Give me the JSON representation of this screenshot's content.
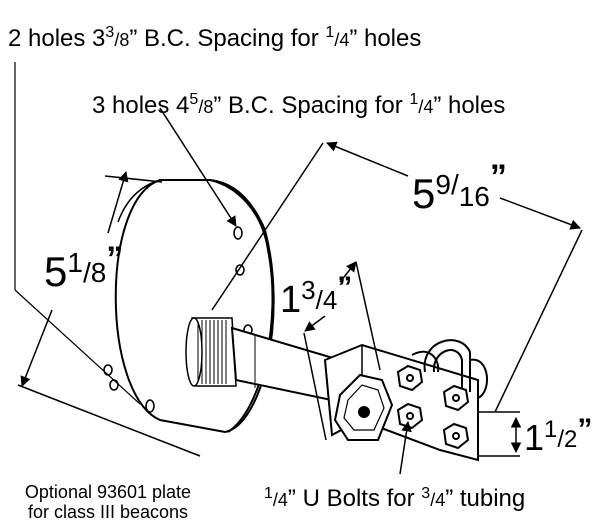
{
  "callouts": {
    "two_holes": {
      "prefix": "2 holes 3",
      "sup1": "3",
      "sub1": "/8",
      "mid": "” B.C. Spacing for ",
      "sup2": "1",
      "sub2": "/4",
      "suffix": "” holes"
    },
    "three_holes": {
      "prefix": "3 holes 4",
      "sup1": "5",
      "sub1": "/8",
      "mid": "” B.C. Spacing for ",
      "sup2": "1",
      "sub2": "/4",
      "suffix": "” holes"
    }
  },
  "dimensions": {
    "length": {
      "whole": "5",
      "num": "9",
      "slash": "/",
      "den": "16",
      "unit": "”"
    },
    "plate_diameter": {
      "whole": "5",
      "num": "1",
      "den": "/8",
      "unit": "”"
    },
    "offset": {
      "whole": "1",
      "num": "3",
      "den": "/4",
      "unit": "”"
    },
    "bracket_height": {
      "whole": "1",
      "num": "1",
      "den": "/2",
      "unit": "”"
    }
  },
  "notes": {
    "optional_plate_line1": "Optional 93601 plate",
    "optional_plate_line2": "for class III beacons",
    "u_bolts": {
      "sup1": "1",
      "sub1": "/4",
      "mid": "” U Bolts for ",
      "sup2": "3",
      "sub2": "/4",
      "suffix": "” tubing"
    }
  }
}
